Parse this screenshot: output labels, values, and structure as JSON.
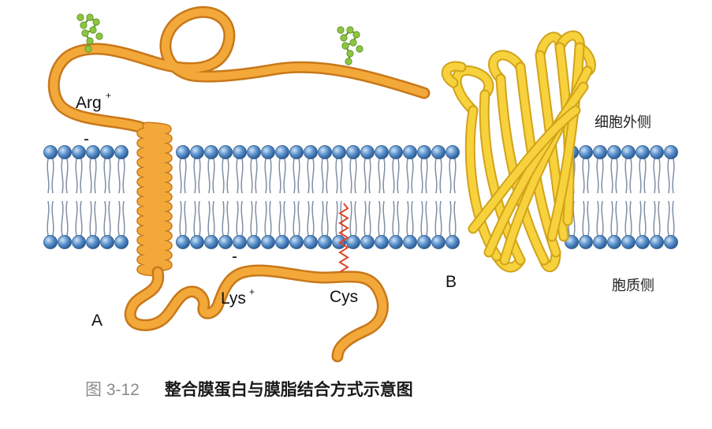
{
  "diagram": {
    "labels": {
      "arg": "Arg",
      "arg_sup": "+",
      "lys": "Lys",
      "lys_sup": "+",
      "cys": "Cys",
      "neg_charge_1": "-",
      "neg_charge_2": "-",
      "panel_a": "A",
      "panel_b": "B",
      "extracellular_side": "细胞外侧",
      "cytoplasmic_side": "胞质侧"
    },
    "colors": {
      "protein_a": "#f3a93a",
      "protein_a_dark": "#c8781a",
      "protein_b": "#f7d23c",
      "protein_b_dark": "#d1a31a",
      "lipid_head": "#4f86c4",
      "lipid_tail": "#7f8fa6",
      "sugar": "#8cc63f",
      "fatty_acid": "#e0452b"
    }
  },
  "caption": {
    "figure_number": "图 3-12",
    "title": "整合膜蛋白与膜脂结合方式示意图"
  }
}
